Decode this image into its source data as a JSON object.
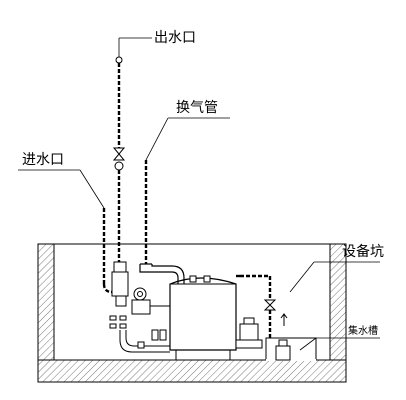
{
  "labels": {
    "outlet": "出水口",
    "vent_pipe": "换气管",
    "inlet": "进水口",
    "equipment_pit": "设备坑",
    "sump": "集水槽"
  },
  "colors": {
    "line": "#000000",
    "hatch": "#555555",
    "background": "#ffffff"
  }
}
